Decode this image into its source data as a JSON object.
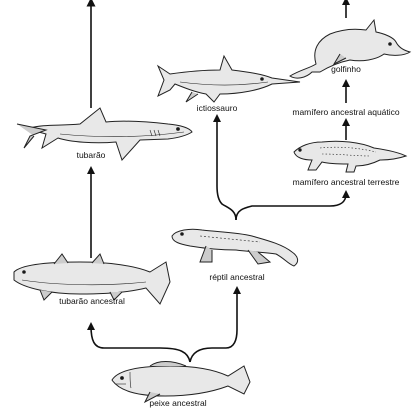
{
  "nodes": {
    "peixe": {
      "label": "peixe ancestral",
      "icon": "ancestral-fish-icon"
    },
    "tubarao_ancestral": {
      "label": "tubarão ancestral",
      "icon": "ancestral-shark-icon"
    },
    "tubarao": {
      "label": "tubarão",
      "icon": "shark-icon"
    },
    "reptil": {
      "label": "réptil ancestral",
      "icon": "ancestral-reptile-icon"
    },
    "ictiossauro": {
      "label": "ictiossauro",
      "icon": "ichthyosaur-icon"
    },
    "mamifero_terrestre": {
      "label": "mamífero ancestral terrestre",
      "icon": "terrestrial-mammal-icon"
    },
    "mamifero_aquatico": {
      "label": "mamífero ancestral aquático"
    },
    "golfinho": {
      "label": "golfinho",
      "icon": "dolphin-icon"
    }
  },
  "colors": {
    "line": "#111111",
    "animal_fill": "#e8e8e8",
    "animal_stroke": "#222222"
  }
}
